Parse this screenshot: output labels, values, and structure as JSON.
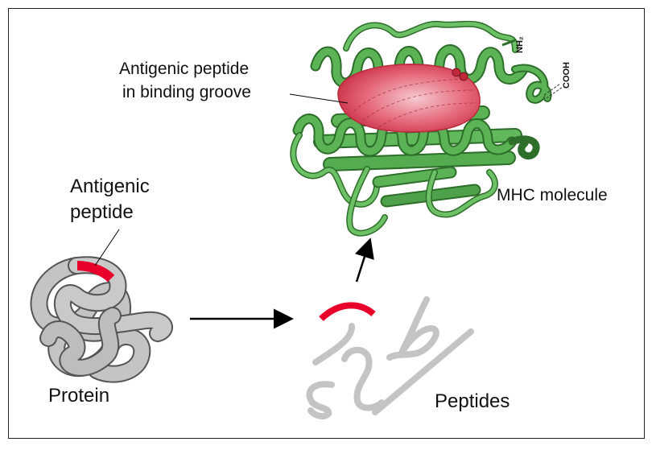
{
  "labels": {
    "antigenic_groove_line1": "Antigenic peptide",
    "antigenic_groove_line2": "in binding groove",
    "mhc_molecule": "MHC molecule",
    "antigenic_peptide_line1": "Antigenic",
    "antigenic_peptide_line2": "peptide",
    "protein": "Protein",
    "peptides": "Peptides",
    "nh2": "NH₂",
    "cooh": "COOH"
  },
  "colors": {
    "mhc_green": "#4fa04a",
    "mhc_dark": "#2d6e2a",
    "peptide_red": "#e8002a",
    "groove_red": "#e2495a",
    "protein_gray": "#bdbdbd",
    "protein_outline": "#555555",
    "arrow": "#000000"
  }
}
